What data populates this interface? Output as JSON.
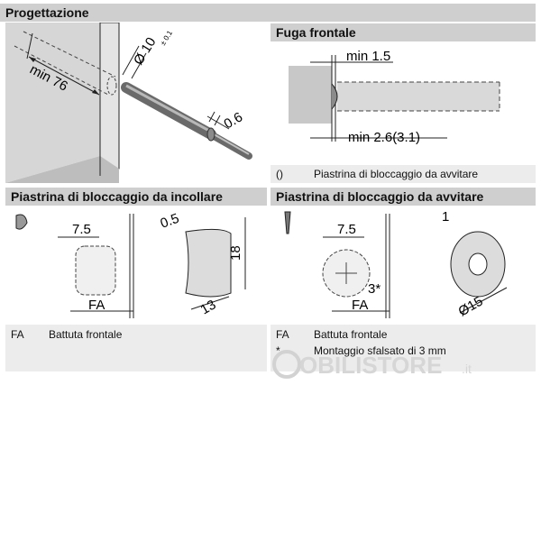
{
  "sections": {
    "design": {
      "title": "Progettazione",
      "dim_diameter": "Ø 10",
      "dim_tolerance": "± 0.1",
      "dim_min76": "min 76",
      "dim_06": "0.6"
    },
    "front_gap": {
      "title": "Fuga frontale",
      "dim_min15": "min 1.5",
      "dim_min26": "min 2.6(3.1)",
      "legend": [
        {
          "code": "()",
          "text": "Piastrina di bloccaggio da avvitare"
        }
      ]
    },
    "glue_plate": {
      "title": "Piastrina di bloccaggio da incollare",
      "dim_75": "7.5",
      "dim_FA": "FA",
      "dim_05": "0.5",
      "dim_18": "18",
      "dim_13": "13",
      "legend": [
        {
          "code": "FA",
          "text": "Battuta frontale"
        }
      ]
    },
    "screw_plate": {
      "title": "Piastrina di bloccaggio da avvitare",
      "dim_75": "7.5",
      "dim_3star": "3*",
      "dim_FA": "FA",
      "dim_1": "1",
      "dim_15": "Ø15",
      "legend": [
        {
          "code": "FA",
          "text": "Battuta frontale"
        },
        {
          "code": "*",
          "text": "Montaggio sfalsato di 3 mm"
        }
      ]
    }
  },
  "watermark": {
    "brand": "OBILISTORE",
    "suffix": ".it"
  }
}
